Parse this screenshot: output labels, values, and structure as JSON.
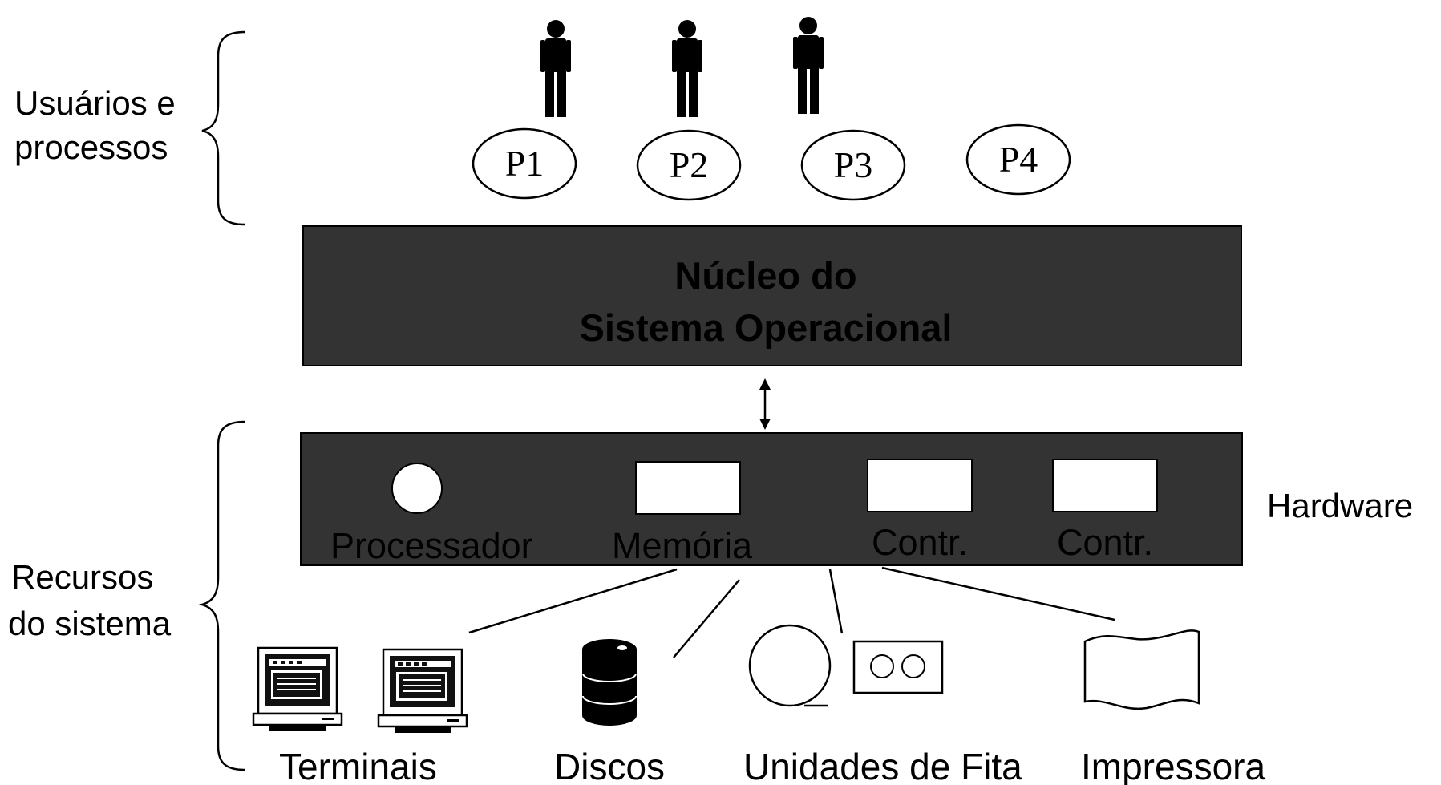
{
  "side_labels": {
    "users_line1": "Usuários e",
    "users_line2": "processos",
    "resources_line1": "Recursos",
    "resources_line2": "do sistema",
    "hardware": "Hardware"
  },
  "processes": [
    "P1",
    "P2",
    "P3",
    "P4"
  ],
  "kernel": {
    "line1": "Núcleo do",
    "line2": "Sistema Operacional"
  },
  "hardware_components": {
    "processor": "Processador",
    "memory": "Memória",
    "controller1": "Contr.",
    "controller2": "Contr."
  },
  "devices": {
    "terminals": "Terminais",
    "disks": "Discos",
    "tapes": "Unidades de Fita",
    "printer": "Impressora"
  },
  "colors": {
    "block_fill": "#333333",
    "ink": "#000000",
    "paper": "#ffffff"
  },
  "icons": [
    "person-icon",
    "monitor-icon",
    "disk-drum-icon",
    "tape-reel-icon",
    "tape-unit-icon",
    "printer-paper-icon"
  ]
}
